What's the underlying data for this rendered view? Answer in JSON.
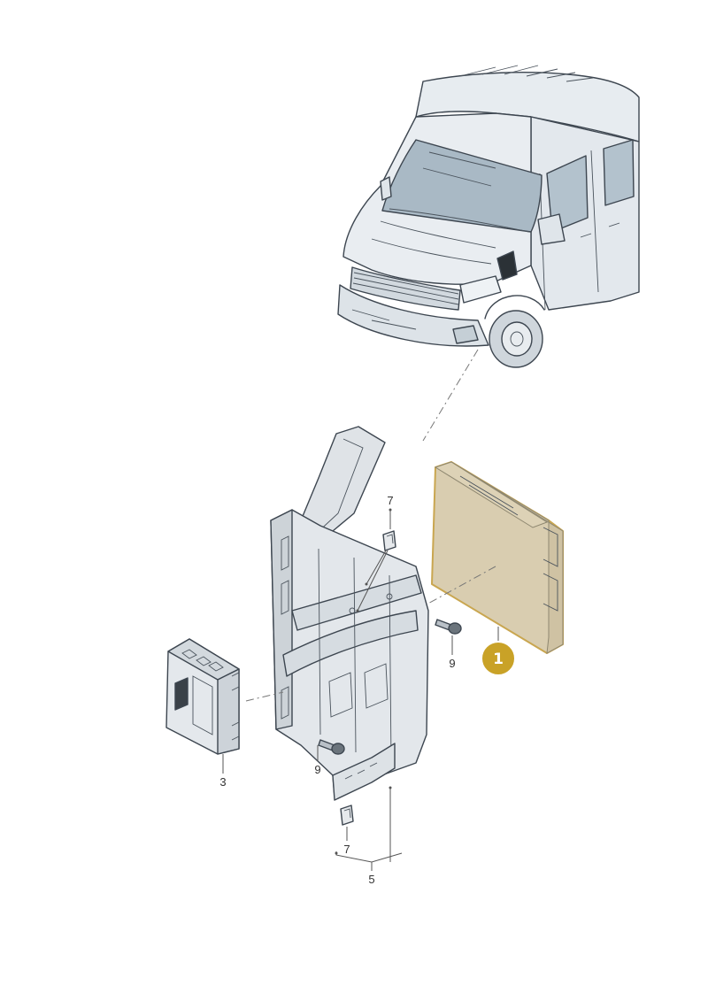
{
  "figure": {
    "colors": {
      "part_highlight": "#d9cdb0",
      "part_highlight_edge": "#c9a650",
      "badge": "#c9a227",
      "body_panel": "#e4e9ee",
      "glass": "#a9b9c5",
      "bracket": "#dfe3e7"
    },
    "callouts": {
      "highlighted_part": "1",
      "control_unit": "3",
      "bracket_group": "5",
      "clip_top": "7",
      "clip_bottom": "7",
      "screw_right": "9",
      "screw_left": "9"
    }
  }
}
